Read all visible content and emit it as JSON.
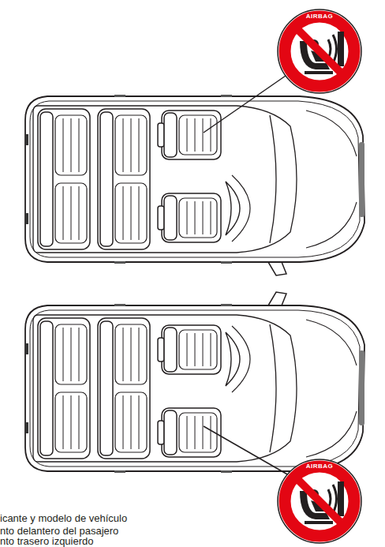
{
  "diagram": {
    "nodes": [
      {
        "text": [
          "AIRBAG"
        ]
      },
      {
        "text": [
          "AIRBAG"
        ]
      }
    ],
    "labels": [
      "icante y modelo de vehículo",
      "nto delantero del pasajero",
      "nto trasero izquierdo"
    ]
  }
}
